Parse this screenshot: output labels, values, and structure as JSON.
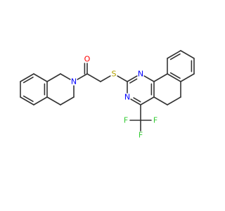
{
  "atom_labels": {
    "oxygen": "O",
    "nitrogen_amide": "N",
    "sulfur": "S",
    "nitrogen_ring_1": "N",
    "nitrogen_ring_2": "N",
    "fluorine_1": "F",
    "fluorine_2": "F",
    "fluorine_3": "F"
  },
  "colors": {
    "bond": "#333333",
    "oxygen": "#ff0000",
    "nitrogen": "#0000ff",
    "sulfur": "#b2a100",
    "fluorine": "#33cc33"
  }
}
